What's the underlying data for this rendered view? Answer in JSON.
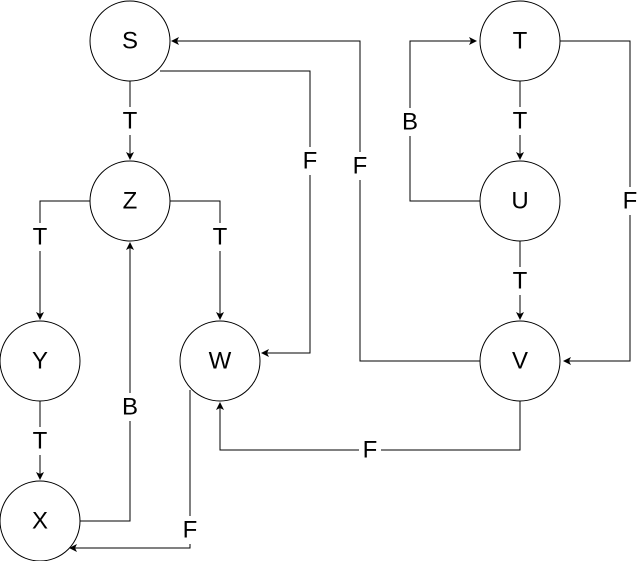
{
  "nodes": [
    {
      "id": "S",
      "label": "S"
    },
    {
      "id": "Z",
      "label": "Z"
    },
    {
      "id": "Y",
      "label": "Y"
    },
    {
      "id": "X",
      "label": "X"
    },
    {
      "id": "W",
      "label": "W"
    },
    {
      "id": "T",
      "label": "T"
    },
    {
      "id": "U",
      "label": "U"
    },
    {
      "id": "V",
      "label": "V"
    }
  ],
  "edges": [
    {
      "id": "s-z",
      "from": "S",
      "to": "Z",
      "label": "T"
    },
    {
      "id": "s-w",
      "from": "S",
      "to": "W",
      "label": "F"
    },
    {
      "id": "z-y",
      "from": "Z",
      "to": "Y",
      "label": "T"
    },
    {
      "id": "z-w",
      "from": "Z",
      "to": "W",
      "label": "T"
    },
    {
      "id": "y-x",
      "from": "Y",
      "to": "X",
      "label": "T"
    },
    {
      "id": "x-z",
      "from": "X",
      "to": "Z",
      "label": "B"
    },
    {
      "id": "w-x",
      "from": "W",
      "to": "X",
      "label": "F"
    },
    {
      "id": "t-u",
      "from": "T",
      "to": "U",
      "label": "T"
    },
    {
      "id": "u-t",
      "from": "U",
      "to": "T",
      "label": "B"
    },
    {
      "id": "t-v",
      "from": "T",
      "to": "V",
      "label": "F"
    },
    {
      "id": "u-v",
      "from": "U",
      "to": "V",
      "label": "T"
    },
    {
      "id": "v-s",
      "from": "V",
      "to": "S",
      "label": "F"
    },
    {
      "id": "v-w",
      "from": "V",
      "to": "W",
      "label": "F"
    }
  ]
}
